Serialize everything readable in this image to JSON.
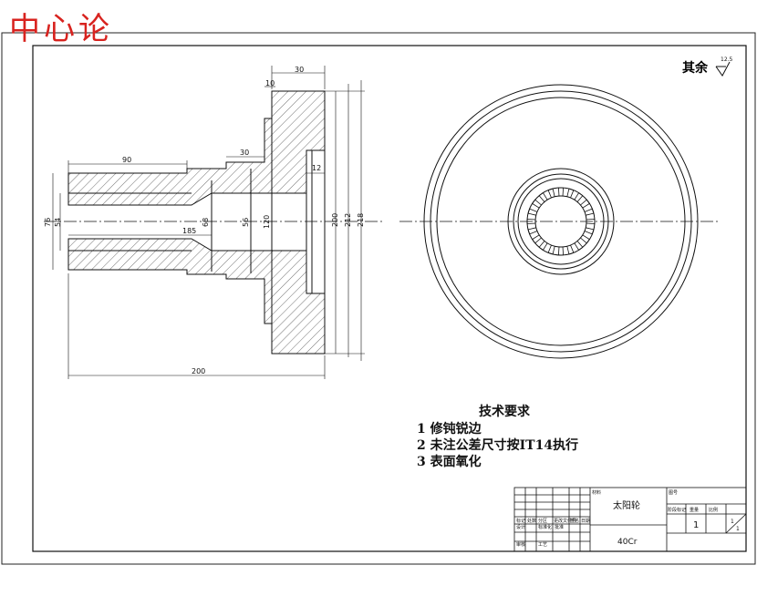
{
  "watermark": "中心论",
  "roughness": {
    "label": "其余",
    "value": "12.5"
  },
  "dimensions": {
    "d1": "30",
    "d2": "10",
    "d3": "90",
    "d4": "30",
    "d5": "12",
    "d6": "76",
    "d7": "54",
    "d8": "185",
    "d9": "68",
    "d10": "56",
    "d11": "120",
    "d12": "200",
    "d13": "212",
    "d14": "218",
    "d15": "200"
  },
  "tech": {
    "title": "技术要求",
    "items": [
      "1 修钝锐边",
      "2 未注公差尺寸按IT14执行",
      "3 表面氧化"
    ]
  },
  "title_block": {
    "part_name": "太阳轮",
    "material": "40Cr",
    "quantity": "1",
    "scale_num": "1",
    "scale_den": "1",
    "h_material": "材料",
    "h_drawing": "图号",
    "h_stage": "阶段标记",
    "h_weight": "重量",
    "h_scale": "比例",
    "h_change": "更改文件号",
    "h_sign": "签名",
    "h_date": "日期",
    "h_designer": "设计",
    "h_std": "标准化",
    "h_review": "审核",
    "h_process": "工艺",
    "h_approve": "批准",
    "h_mark": "标记",
    "h_count": "处数",
    "h_zone": "分区"
  }
}
